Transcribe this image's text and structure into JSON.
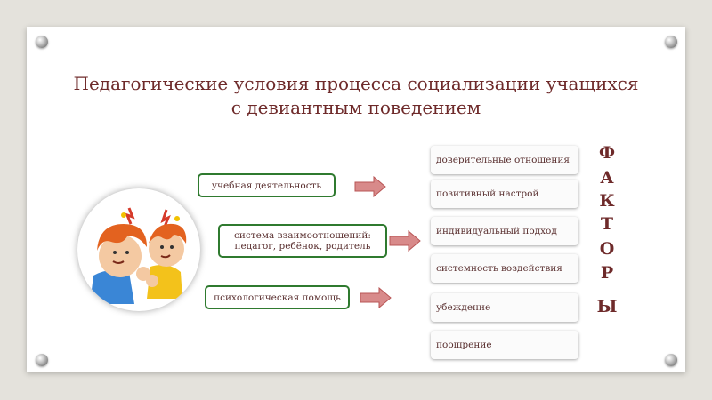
{
  "title": {
    "line1": "Педагогические условия процесса социализации учащихся",
    "line2": "с девиантным поведением"
  },
  "conditions": [
    "учебная деятельность",
    "система взаимоотношений:",
    "педагог, ребёнок, родитель",
    "психологическая помощь"
  ],
  "factors": [
    "доверительные отношения",
    "позитивный настрой",
    "индивидуальный подход",
    "системность воздействия",
    "убеждение",
    "поощрение"
  ],
  "vertical_letters": [
    "Ф",
    "А",
    "К",
    "Т",
    "О",
    "Р",
    "Ы"
  ],
  "colors": {
    "title": "#6e2a2a",
    "box_border": "#2f7a2f",
    "arrow": "#c96a6a",
    "rule": "#d9a9a9"
  },
  "illustration": "fighting-children-cartoon"
}
